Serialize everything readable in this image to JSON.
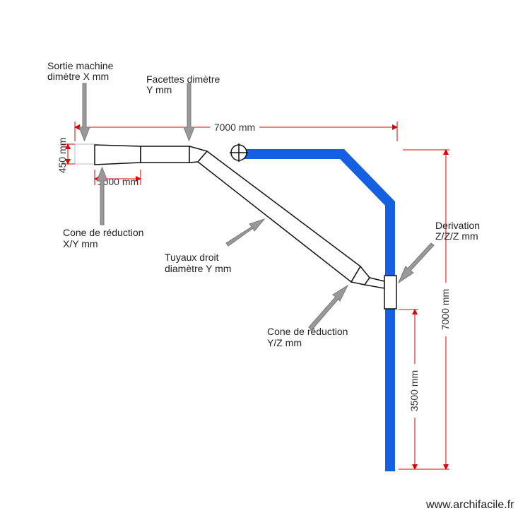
{
  "labels": {
    "sortie_line1": "Sortie machine",
    "sortie_line2": "dimètre X mm",
    "facettes_line1": "Facettes dimètre",
    "facettes_line2": "Y mm",
    "cone_xy_line1": "Cone de réduction",
    "cone_xy_line2": "X/Y mm",
    "tuyaux_line1": "Tuyaux droit",
    "tuyaux_line2": "diamètre Y mm",
    "cone_yz_line1": "Cone de réduction",
    "cone_yz_line2": "Y/Z mm",
    "derivation_line1": "Derivation",
    "derivation_line2": "Z/Z/Z mm"
  },
  "dimensions": {
    "width_top": "7000 mm",
    "height_left": "450 mm",
    "cone_length": "1000 mm",
    "height_right": "7000 mm",
    "height_lower": "3500 mm"
  },
  "watermark": "www.archifacile.fr",
  "colors": {
    "main_duct": "#1560e0",
    "dimension_lines": "#e00000",
    "pointer_arrows": "#999999"
  }
}
